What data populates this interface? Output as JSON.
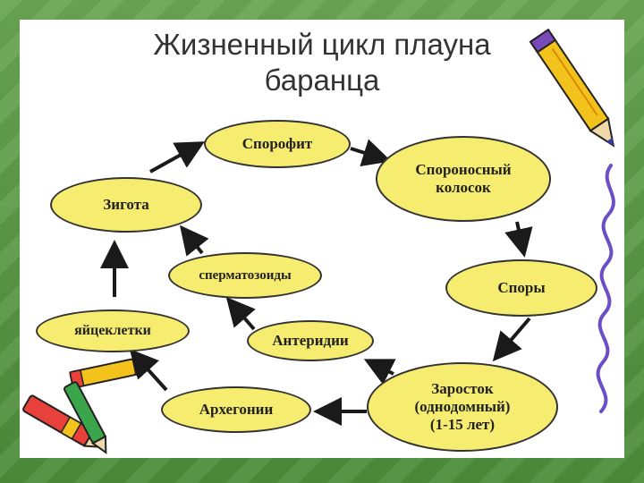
{
  "title": {
    "line1": "Жизненный цикл плауна",
    "line2": "баранца"
  },
  "nodes": {
    "sporophyte": "Спорофит",
    "sporangium_spike_1": "Спороносный",
    "sporangium_spike_2": "колосок",
    "spores": "Споры",
    "prothallus_1": "Заросток",
    "prothallus_2": "(однодомный)",
    "prothallus_3": "(1-15 лет)",
    "antheridia": "Антеридии",
    "spermatozoa": "сперматозоиды",
    "archegonia": "Архегонии",
    "eggs": "яйцеклетки",
    "zygote": "Зигота"
  },
  "colors": {
    "node_fill": "#f6ec6f",
    "background_green": "#5a9a45",
    "arrow": "#1a1a1a"
  },
  "decorations": [
    "pencil-icon",
    "crayons-icon",
    "wavy-line"
  ]
}
